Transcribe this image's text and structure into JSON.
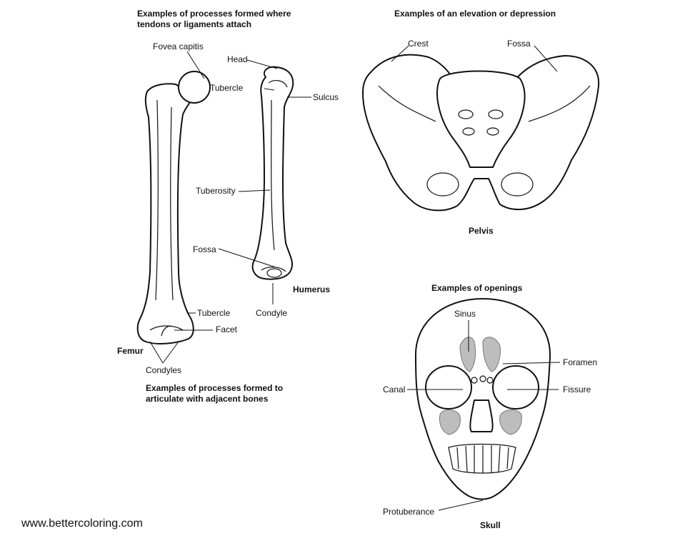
{
  "headings": {
    "tendons": [
      "Examples of processes formed where",
      "tendons or ligaments attach"
    ],
    "articulate": [
      "Examples of processes formed to",
      "articulate with adjacent bones"
    ],
    "elevation": "Examples of an elevation or depression",
    "openings": "Examples of openings"
  },
  "bones": {
    "femur": "Femur",
    "humerus": "Humerus",
    "pelvis": "Pelvis",
    "skull": "Skull"
  },
  "labels": {
    "fovea_capitis": "Fovea capitis",
    "head": "Head",
    "tubercle_humerus": "Tubercle",
    "sulcus": "Sulcus",
    "tuberosity": "Tuberosity",
    "fossa_humerus": "Fossa",
    "condyle": "Condyle",
    "tubercle_femur": "Tubercle",
    "facet": "Facet",
    "condyles": "Condyles",
    "crest": "Crest",
    "fossa_pelvis": "Fossa",
    "sinus": "Sinus",
    "foramen": "Foramen",
    "canal": "Canal",
    "fissure": "Fissure",
    "protuberance": "Protuberance"
  },
  "watermark": "www.bettercoloring.com"
}
